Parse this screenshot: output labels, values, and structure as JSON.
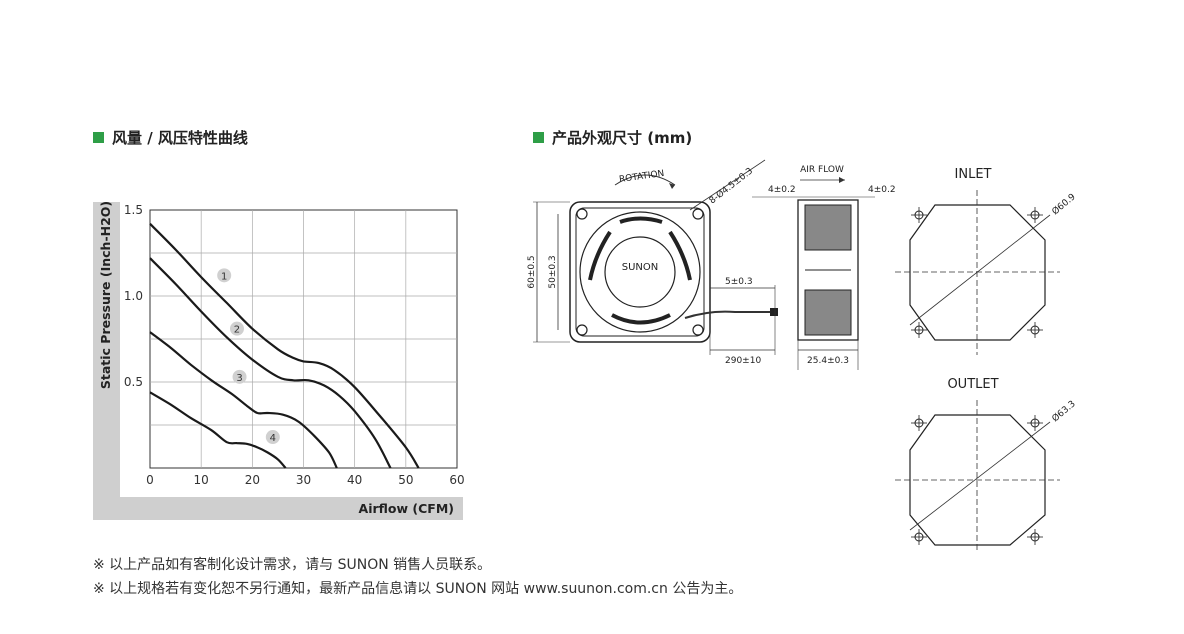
{
  "sections": {
    "chart_title": "风量 / 风压特性曲线",
    "dimension_title": "产品外观尺寸 (mm)"
  },
  "chart_data": {
    "type": "line",
    "title": "",
    "xlabel": "Airflow (CFM)",
    "ylabel": "Static Pressure (Inch-H2O)",
    "xlim": [
      0,
      60
    ],
    "ylim": [
      0,
      1.5
    ],
    "x_ticks": [
      "0",
      "10",
      "20",
      "30",
      "40",
      "50",
      "60"
    ],
    "y_ticks": [
      "0.5",
      "1.0",
      "1.5"
    ],
    "grid": true,
    "series": [
      {
        "name": "1",
        "points": [
          [
            0,
            1.42
          ],
          [
            5,
            1.27
          ],
          [
            10,
            1.11
          ],
          [
            15,
            0.96
          ],
          [
            20,
            0.81
          ],
          [
            25,
            0.69
          ],
          [
            28,
            0.64
          ],
          [
            30,
            0.62
          ],
          [
            33,
            0.61
          ],
          [
            36,
            0.57
          ],
          [
            40,
            0.47
          ],
          [
            45,
            0.3
          ],
          [
            50,
            0.12
          ],
          [
            52.5,
            0.0
          ]
        ]
      },
      {
        "name": "2",
        "points": [
          [
            0,
            1.22
          ],
          [
            5,
            1.07
          ],
          [
            10,
            0.91
          ],
          [
            15,
            0.76
          ],
          [
            20,
            0.63
          ],
          [
            25,
            0.53
          ],
          [
            28,
            0.51
          ],
          [
            31,
            0.51
          ],
          [
            34,
            0.48
          ],
          [
            37,
            0.42
          ],
          [
            40,
            0.33
          ],
          [
            44,
            0.17
          ],
          [
            47,
            0.0
          ]
        ]
      },
      {
        "name": "3",
        "points": [
          [
            0,
            0.79
          ],
          [
            4,
            0.7
          ],
          [
            8,
            0.6
          ],
          [
            12,
            0.51
          ],
          [
            16,
            0.43
          ],
          [
            19,
            0.36
          ],
          [
            21,
            0.32
          ],
          [
            23,
            0.32
          ],
          [
            26,
            0.31
          ],
          [
            29,
            0.27
          ],
          [
            32,
            0.19
          ],
          [
            35,
            0.09
          ],
          [
            36.5,
            0.0
          ]
        ]
      },
      {
        "name": "4",
        "points": [
          [
            0,
            0.44
          ],
          [
            4,
            0.37
          ],
          [
            8,
            0.29
          ],
          [
            12,
            0.22
          ],
          [
            15,
            0.15
          ],
          [
            17,
            0.145
          ],
          [
            19,
            0.14
          ],
          [
            21,
            0.12
          ],
          [
            23,
            0.09
          ],
          [
            25,
            0.05
          ],
          [
            26.5,
            0.0
          ]
        ]
      }
    ],
    "label_positions_data": [
      {
        "label": "1",
        "x": 14.5,
        "y": 1.12
      },
      {
        "label": "2",
        "x": 17,
        "y": 0.81
      },
      {
        "label": "3",
        "x": 17.5,
        "y": 0.53
      },
      {
        "label": "4",
        "x": 24,
        "y": 0.18
      }
    ]
  },
  "dimensions": {
    "rotation": "ROTATION",
    "brand": "SUNON",
    "holes": "8-Ø4.5±0.3",
    "height_outer": "60±0.5",
    "height_inner": "50±0.3",
    "lead_offset": "5±0.3",
    "lead_length": "290±10",
    "air_flow": "AIR FLOW",
    "side_left": "4±0.2",
    "side_right": "4±0.2",
    "thickness": "25.4±0.3",
    "inlet": "INLET",
    "inlet_dia": "Ø60.9",
    "outlet": "OUTLET",
    "outlet_dia": "Ø63.3"
  },
  "notes": [
    "※ 以上产品如有客制化设计需求，请与 SUNON 销售人员联系。",
    "※ 以上规格若有变化恕不另行通知，最新产品信息请以 SUNON 网站 www.suunon.com.cn 公告为主。"
  ]
}
